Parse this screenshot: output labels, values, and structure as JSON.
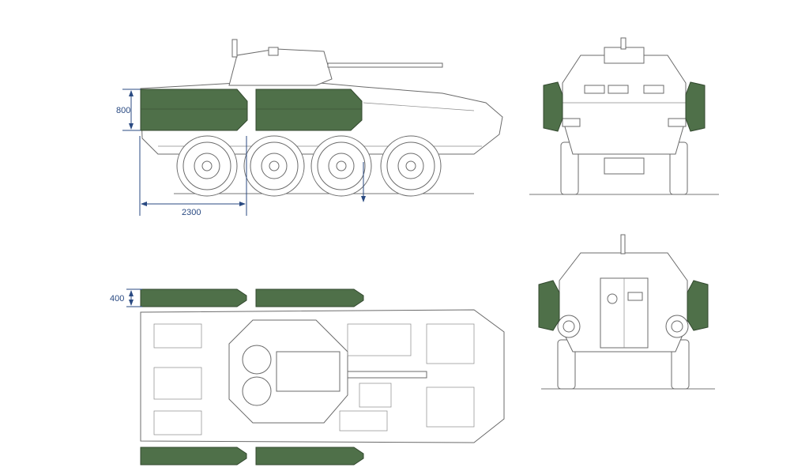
{
  "drawing": {
    "views": [
      "side",
      "front",
      "rear",
      "top"
    ],
    "dimensions": {
      "panel_height": "800",
      "panel_length": "2300",
      "panel_thickness": "400"
    },
    "colors": {
      "armor_panel": "#4f7049",
      "dimension": "#2a4a82",
      "outline": "#6b6b6b"
    }
  }
}
